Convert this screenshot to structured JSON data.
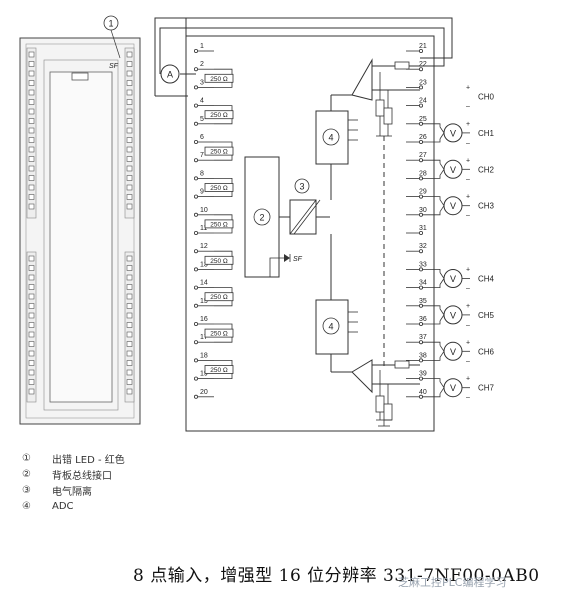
{
  "callouts": [
    "1",
    "2",
    "3",
    "4"
  ],
  "module": {
    "sf_label": "SF"
  },
  "meter": {
    "label": "A"
  },
  "resistor_label": "250 Ω",
  "left_terminals": [
    "1",
    "2",
    "3",
    "4",
    "5",
    "6",
    "7",
    "8",
    "9",
    "10",
    "11",
    "12",
    "13",
    "14",
    "15",
    "16",
    "17",
    "18",
    "19",
    "20"
  ],
  "right_terminals": [
    "21",
    "22",
    "23",
    "24",
    "25",
    "26",
    "27",
    "28",
    "29",
    "30",
    "31",
    "32",
    "33",
    "34",
    "35",
    "36",
    "37",
    "38",
    "39",
    "40"
  ],
  "channels": [
    {
      "name": "CH0",
      "type": "current"
    },
    {
      "name": "CH1",
      "type": "voltage"
    },
    {
      "name": "CH2",
      "type": "voltage"
    },
    {
      "name": "CH3",
      "type": "voltage"
    },
    {
      "name": "CH4",
      "type": "voltage"
    },
    {
      "name": "CH5",
      "type": "voltage"
    },
    {
      "name": "CH6",
      "type": "voltage"
    },
    {
      "name": "CH7",
      "type": "voltage"
    }
  ],
  "voltmeter_label": "V",
  "plus_sign": "+",
  "minus_sign": "–",
  "legend": [
    {
      "num": "①",
      "text": "出错 LED - 红色"
    },
    {
      "num": "②",
      "text": "背板总线接口"
    },
    {
      "num": "③",
      "text": "电气隔离"
    },
    {
      "num": "④",
      "text": "ADC"
    }
  ],
  "caption": "8 点输入，增强型 16 位分辨率  331-7NF00-0AB0",
  "watermark": "芝麻工控PLC编程学习",
  "colors": {
    "line": "#333333",
    "module_fill": "#f2f2f2",
    "text": "#222222"
  }
}
